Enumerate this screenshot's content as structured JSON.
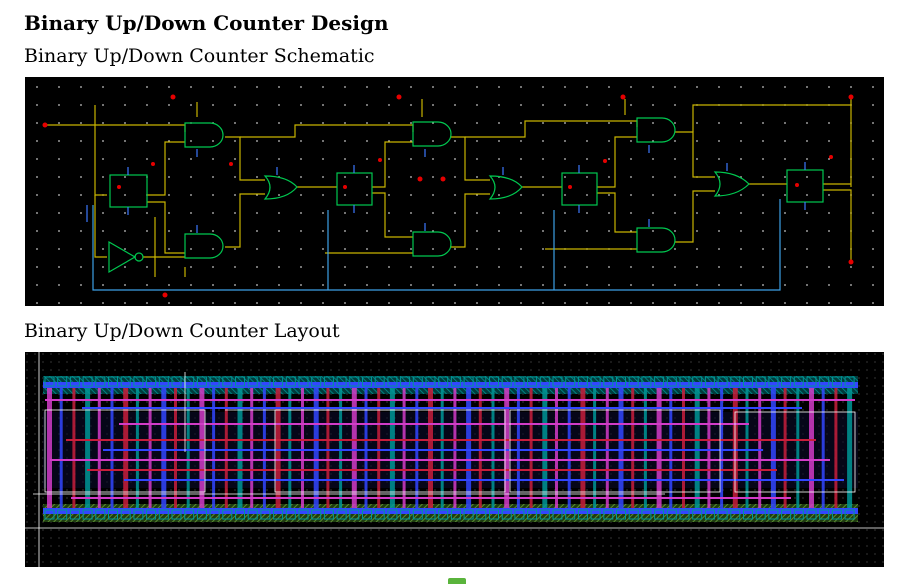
{
  "document": {
    "title": "Binary Up/Down Counter Design",
    "sections": [
      {
        "heading": "Binary Up/Down Counter Schematic",
        "figure": "schematic-diagram"
      },
      {
        "heading": "Binary Up/Down Counter Layout",
        "figure": "layout-diagram"
      }
    ],
    "footer_caption": "",
    "footer_icon": "check-mark-icon"
  },
  "colors": {
    "page_background": "#ffffff",
    "canvas_background": "#000000",
    "grid_dot": "#c8c8c8",
    "gate_outline": "#00c850",
    "wire": "#c8b400",
    "pin_blue": "#3c78ff",
    "clock_wire": "#3ca0e6",
    "port_red": "#e60000",
    "metal_magenta": "#d23cc8",
    "metal_blue": "#3246ff",
    "well_green": "#5a8c32",
    "diffusion_teal": "#009696",
    "poly_red": "#c81e3c",
    "outline_white": "#ffffff",
    "check_green": "#5ab43c"
  }
}
